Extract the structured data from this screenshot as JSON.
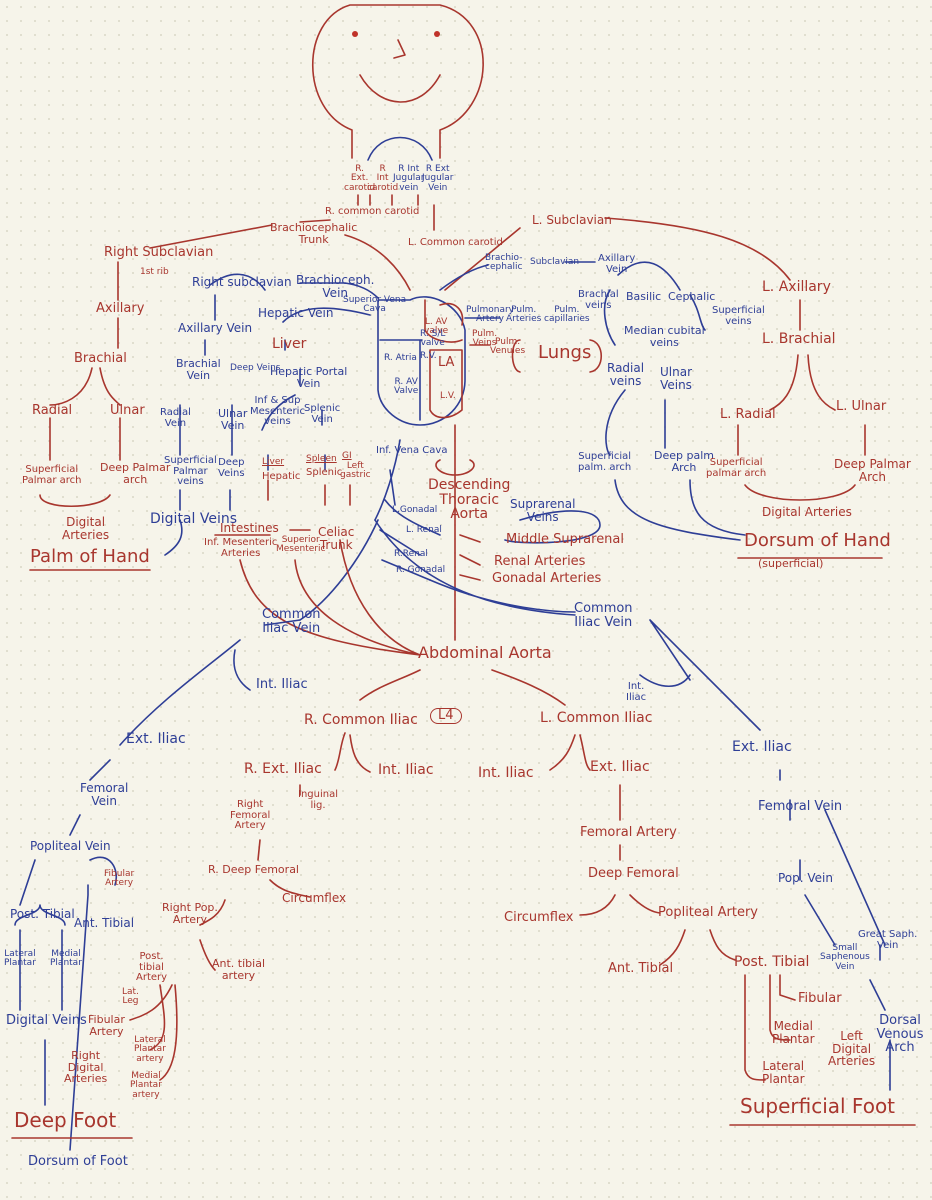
{
  "colors": {
    "artery": "#a8362e",
    "vein": "#2e3e96",
    "paper": "#f6f4ea"
  },
  "head": {
    "r_ext_carotid": "R.\nExt.\ncarotid",
    "r_int_carotid": "R\nInt\ncarotid",
    "r_int_jugular": "R Int\nJugular\nvein",
    "r_ext_jugular": "R Ext\nJugular\nVein",
    "r_common_carotid": "R. common carotid",
    "brachiocephalic_trunk": "Brachiocephalic\nTrunk",
    "l_common_carotid": "L. Common carotid"
  },
  "heart": {
    "superior_vena_cava": "Superior Vena\nCava",
    "pulmonary_artery": "Pulmonary\nArtery",
    "pulm_arteries": "Pulm.\nArteries",
    "pulm_capillaries": "Pulm.\ncapillaries",
    "pulm_venules": "Pulm.\nVenules",
    "pulm_veins": "Pulm.\nVeins",
    "lungs": "Lungs",
    "ra": "R. Atria",
    "rv": "R.V.",
    "la": "LA",
    "lv": "L.V.",
    "r_av_valve": "R. AV\nValve",
    "l_av_valve": "L. AV\nvalve",
    "r_sl": "R. S/L\nvalve",
    "inf_vena_cava": "Inf. Vena Cava",
    "descending_aorta": "Descending\nThoracic\nAorta"
  },
  "left_arm": {
    "l_subclavian": "L. Subclavian",
    "brachiocephalic_l": "Brachio-\ncephalic",
    "subclavian_v": "Subclavian",
    "axillary_vein": "Axillary\nVein",
    "l_axillary": "L. Axillary",
    "l_brachial": "L. Brachial",
    "brachial_veins": "Brachial\nveins",
    "basilic": "Basilic",
    "cephalic": "Cephalic",
    "superficial_veins": "Superficial\nveins",
    "median_cubital": "Median cubital\nveins",
    "radial_veins": "Radial\nveins",
    "ulnar_veins": "Ulnar\nVeins",
    "l_radial": "L. Radial",
    "l_ulnar": "L. Ulnar",
    "superficial_palm_arch": "Superficial\npalm. arch",
    "deep_palm_arch": "Deep palm\nArch",
    "superficial_palmar_arch_l": "Superficial\npalmar arch",
    "deep_palmar_arch_l": "Deep Palmar\nArch",
    "digital_arteries_l": "Digital Arteries",
    "dorsum_of_hand": "Dorsum of Hand",
    "superficial_note": "(superficial)"
  },
  "right_arm": {
    "right_subclavian": "Right Subclavian",
    "first_rib": "1st rib",
    "axillary": "Axillary",
    "brachial": "Brachial",
    "radial": "Radial",
    "ulnar": "Ulnar",
    "superficial_palmar_arch": "Superficial\nPalmar arch",
    "deep_palmar_arch": "Deep Palmar\narch",
    "digital_arteries": "Digital\nArteries",
    "palm_of_hand": "Palm of Hand",
    "right_subclavian_v": "Right subclavian",
    "brachioceph_vein": "Brachioceph.\nVein",
    "axillary_vein": "Axillary Vein",
    "brachial_veins": "Brachial\nVein",
    "deep_veins": "Deep Veins",
    "radial_vein": "Radial\nVein",
    "ulnar_vein": "Ulnar\nVein",
    "superficial_palmar_veins": "Superficial\nPalmar\nveins",
    "deep_veins_2": "Deep\nVeins",
    "digital_veins": "Digital Veins"
  },
  "abdomen": {
    "hepatic_vein": "Hepatic Vein",
    "liver": "Liver",
    "hepatic_portal_vein": "Hepatic Portal\nVein",
    "inf_sup_mesenteric_veins": "Inf & Sup\nMesenteric\nveins",
    "splenic_vein": "Splenic\nVein",
    "liver2": "Liver",
    "hepatic": "Hepatic",
    "spleen": "Spleen",
    "splenic": "Splenic",
    "gi": "GI",
    "left_gastric": "Left\ngastric",
    "intestines": "Intestines",
    "inf_mesenteric_arteries": "Inf. Mesenteric\nArteries",
    "superior_mesenteric": "Superior\nMesenteric",
    "celiac_trunk": "Celiac\nTrunk",
    "l_gonadal": "L.Gonadal",
    "l_renal": "L. Renal",
    "r_renal": "R.Renal",
    "r_gonadal": "R. Gonadal",
    "suprarenal_veins": "Suprarenal\nVeins",
    "middle_suprarenal": "Middle Suprarenal",
    "renal_arteries": "Renal Arteries",
    "gonadal_arteries": "Gonadal Arteries",
    "common_iliac_vein_r": "Common\nIliac Vein",
    "common_iliac_vein_l": "Common\nIliac Vein",
    "abdominal_aorta": "Abdominal Aorta",
    "int_iliac_r": "Int. Iliac",
    "int_iliac_l": "Int.\nIliac",
    "l4": "L4"
  },
  "right_leg": {
    "r_common_iliac": "R. Common Iliac",
    "r_ext_iliac": "R. Ext. Iliac",
    "int_iliac": "Int. Iliac",
    "inguinal_lig": "Inguinal\nlig.",
    "right_femoral_artery": "Right\nFemoral\nArtery",
    "r_deep_femoral": "R. Deep Femoral",
    "circumflex": "Circumflex",
    "right_pop_artery": "Right Pop.\nArtery",
    "post_tibial_artery": "Post.\ntibial\nArtery",
    "ant_tibial_artery": "Ant. tibial\nartery",
    "lat_leg": "Lat.\nLeg",
    "fibular_artery": "Fibular\nArtery",
    "lateral_plantar_artery": "Lateral\nPlantar\nartery",
    "medial_plantar_artery": "Medial\nPlantar\nartery",
    "right_digital_arteries": "Right\nDigital\nArteries",
    "ext_iliac_v": "Ext. Iliac",
    "femoral_vein": "Femoral\nVein",
    "popliteal_vein": "Popliteal Vein",
    "fibular_artery_v": "Fibular\nArtery",
    "post_tibial_v": "Post. Tibial",
    "ant_tibial_v": "Ant. Tibial",
    "lateral_plantar": "Lateral\nPlantar",
    "medial_plantar": "Medial\nPlantar",
    "digital_veins": "Digital Veins",
    "deep_foot": "Deep Foot",
    "dorsum_of_foot": "Dorsum of Foot"
  },
  "left_leg": {
    "l_common_iliac": "L. Common Iliac",
    "int_iliac": "Int. Iliac",
    "ext_iliac": "Ext. Iliac",
    "femoral_artery": "Femoral Artery",
    "deep_femoral": "Deep Femoral",
    "circumflex": "Circumflex",
    "popliteal_artery": "Popliteal Artery",
    "ant_tibial": "Ant. Tibial",
    "post_tibial": "Post. Tibial",
    "fibular": "Fibular",
    "medial_plantar": "Medial\nPlantar",
    "lateral_plantar": "Lateral\nPlantar",
    "left_digital_arteries": "Left\nDigital\nArteries",
    "ext_iliac_v": "Ext. Iliac",
    "femoral_vein": "Femoral Vein",
    "pop_vein": "Pop. Vein",
    "small_saphenous_vein": "Small\nSaphenous\nVein",
    "great_saph_vein": "Great Saph.\nVein",
    "dorsal_venous_arch": "Dorsal\nVenous Arch",
    "superficial_foot": "Superficial Foot"
  }
}
